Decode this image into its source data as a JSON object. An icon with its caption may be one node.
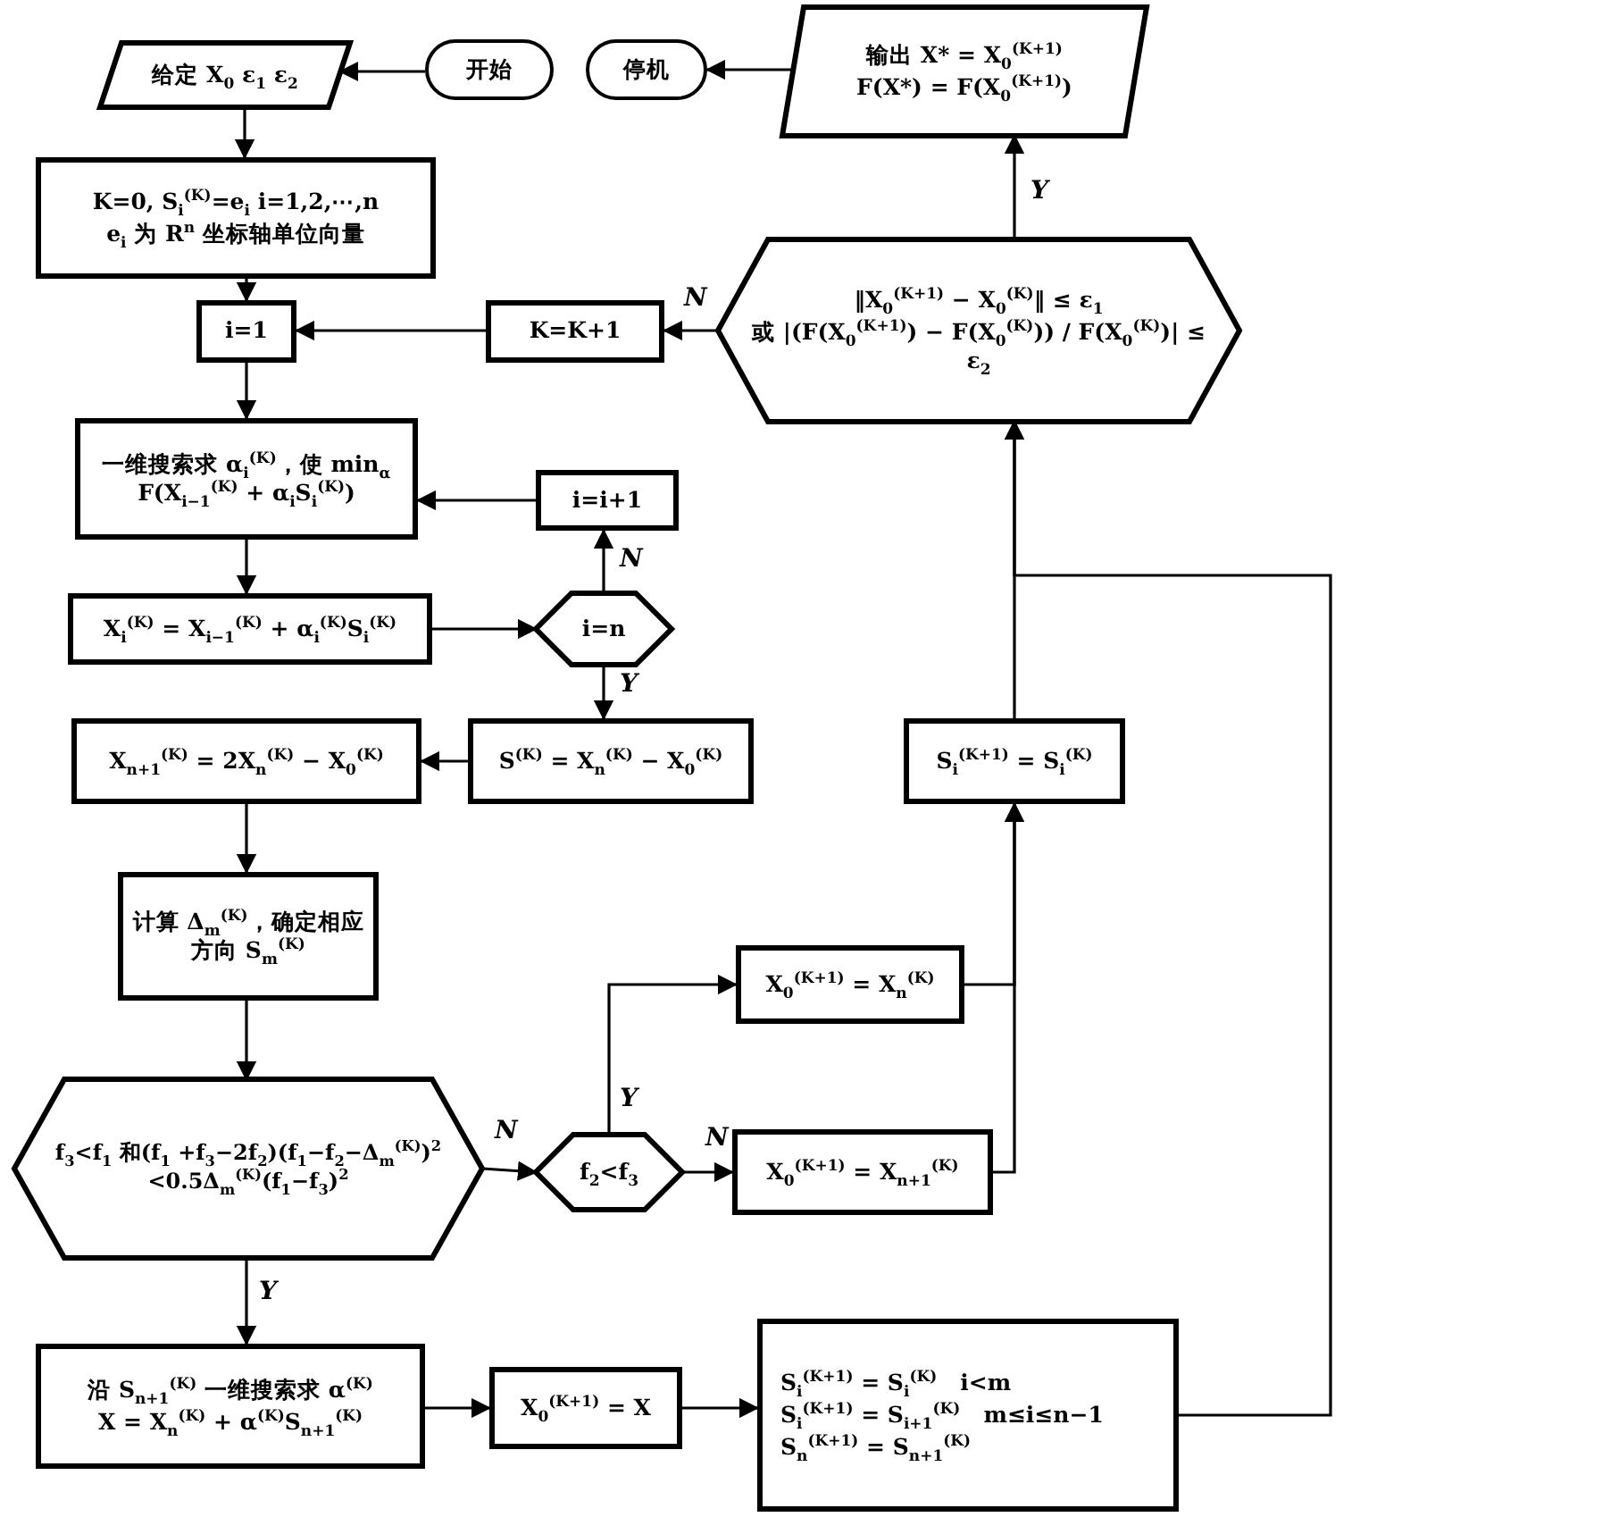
{
  "diagram": {
    "nodes": [
      {
        "text": [
          "给定 X$_{0}$ ε$_{1}$ ε$_{2}$"
        ]
      },
      {
        "text": [
          "开始"
        ]
      },
      {
        "text": [
          "停机"
        ]
      },
      {
        "text": [
          "输出 X* = X$_{0}$$^{(K+1)}$",
          "F(X*) = F(X$_{0}$$^{(K+1)}$)"
        ]
      },
      {
        "text": [
          "K=0, S$_{i}$$^{(K)}$=e$_{i}$ i=1,2,⋯,n",
          "e$_{i}$ 为 R$^{n}$ 坐标轴单位向量"
        ]
      },
      {
        "text": [
          "i=1"
        ]
      },
      {
        "text": [
          "K=K+1"
        ]
      },
      {
        "text": [
          "‖X$_{0}$$^{(K+1)}$ − X$_{0}$$^{(K)}$‖ ≤ ε$_{1}$",
          "或 |(F(X$_{0}$$^{(K+1)}$) − F(X$_{0}$$^{(K)}$)) / F(X$_{0}$$^{(K)}$)| ≤ ε$_{2}$"
        ]
      },
      {
        "text": [
          "一维搜索求 α$_{i}$$^{(K)}$，使 min$_{α}$ F(X$_{i−1}$$^{(K)}$ + α$_{i}$S$_{i}$$^{(K)}$)"
        ]
      },
      {
        "text": [
          "i=i+1"
        ]
      },
      {
        "text": [
          "X$_{i}$$^{(K)}$ = X$_{i−1}$$^{(K)}$ + α$_{i}$$^{(K)}$S$_{i}$$^{(K)}$"
        ]
      },
      {
        "text": [
          "i=n"
        ]
      },
      {
        "text": [
          "X$_{n+1}$$^{(K)}$ = 2X$_{n}$$^{(K)}$ − X$_{0}$$^{(K)}$"
        ]
      },
      {
        "text": [
          "S$^{(K)}$ = X$_{n}$$^{(K)}$ − X$_{0}$$^{(K)}$"
        ]
      },
      {
        "text": [
          "S$_{i}$$^{(K+1)}$ = S$_{i}$$^{(K)}$"
        ]
      },
      {
        "text": [
          "计算 Δ$_{m}$$^{(K)}$，确定相应方向 S$_{m}$$^{(K)}$"
        ]
      },
      {
        "text": [
          "X$_{0}$$^{(K+1)}$ = X$_{n}$$^{(K)}$"
        ]
      },
      {
        "text": [
          "f$_{3}$<f$_{1}$ 和(f$_{1}$ +f$_{3}$−2f$_{2}$)(f$_{1}$−f$_{2}$−Δ$_{m}$$^{(K)}$)$^{2}$ <0.5Δ$_{m}$$^{(K)}$(f$_{1}$−f$_{3}$)$^{2}$"
        ]
      },
      {
        "text": [
          "f$_{2}$<f$_{3}$"
        ]
      },
      {
        "text": [
          "X$_{0}$$^{(K+1)}$ = X$_{n+1}$$^{(K)}$"
        ]
      },
      {
        "text": [
          "沿 S$_{n+1}$$^{(K)}$ 一维搜索求 α$^{(K)}$",
          "X = X$_{n}$$^{(K)}$ + α$^{(K)}$S$_{n+1}$$^{(K)}$"
        ]
      },
      {
        "text": [
          "X$_{0}$$^{(K+1)}$ = X"
        ]
      },
      {
        "text": [
          "S$_{i}$$^{(K+1)}$ = S$_{i}$$^{(K)}$   i<m",
          "S$_{i}$$^{(K+1)}$ = S$_{i+1}$$^{(K)}$   m≤i≤n−1",
          "S$_{n}$$^{(K+1)}$ = S$_{n+1}$$^{(K)}$"
        ]
      }
    ],
    "edges": [
      {
        "from": 1,
        "to": 0,
        "arrow": "to"
      },
      {
        "from": 0,
        "to": 4,
        "arrow": "to"
      },
      {
        "from": 4,
        "to": 5,
        "arrow": "to"
      },
      {
        "from": 5,
        "to": 8,
        "arrow": "to"
      },
      {
        "from": 8,
        "to": 10,
        "arrow": "to"
      },
      {
        "from": 10,
        "to": 11,
        "arrow": "to"
      },
      {
        "from": 11,
        "to": 9,
        "arrow": "to",
        "label": "N"
      },
      {
        "from": 9,
        "to": 8,
        "arrow": "to"
      },
      {
        "from": 11,
        "to": 13,
        "arrow": "to",
        "label": "Y"
      },
      {
        "from": 13,
        "to": 12,
        "arrow": "to"
      },
      {
        "from": 12,
        "to": 15,
        "arrow": "to"
      },
      {
        "from": 15,
        "to": 17,
        "arrow": "to"
      },
      {
        "from": 17,
        "to": 18,
        "arrow": "to",
        "label": "N"
      },
      {
        "from": 17,
        "to": 20,
        "arrow": "to",
        "label": "Y"
      },
      {
        "from": 18,
        "to": 16,
        "arrow": "to",
        "label": "Y"
      },
      {
        "from": 18,
        "to": 19,
        "arrow": "to",
        "label": "N"
      },
      {
        "from": 16,
        "to": 14,
        "arrow": "to"
      },
      {
        "from": 19,
        "to": 14,
        "arrow": "to"
      },
      {
        "from": 14,
        "to": 7,
        "arrow": "to"
      },
      {
        "from": 20,
        "to": 21,
        "arrow": "to"
      },
      {
        "from": 21,
        "to": 22,
        "arrow": "to"
      },
      {
        "from": 22,
        "to": 7,
        "arrow": "to"
      },
      {
        "from": 7,
        "to": 3,
        "arrow": "to",
        "label": "Y"
      },
      {
        "from": 7,
        "to": 6,
        "arrow": "to",
        "label": "N"
      },
      {
        "from": 6,
        "to": 5,
        "arrow": "to"
      },
      {
        "from": 3,
        "to": 2,
        "arrow": "to"
      }
    ]
  }
}
